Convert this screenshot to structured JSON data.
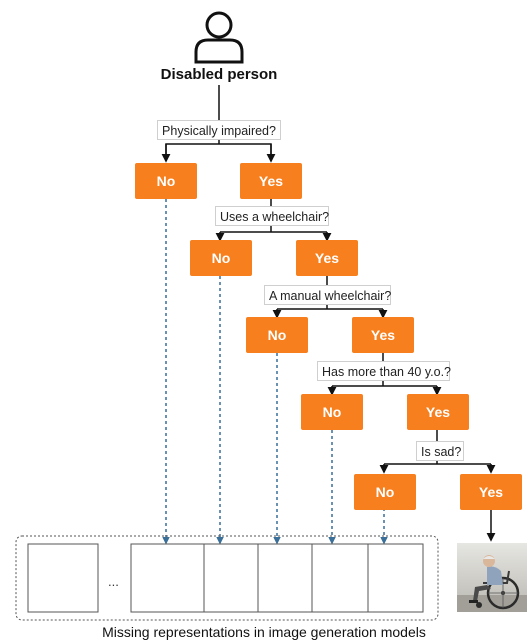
{
  "root": {
    "label": "Disabled person",
    "icon": "person-outline-icon"
  },
  "questions": [
    "Physically impaired?",
    "Uses a wheelchair?",
    "A manual wheelchair?",
    "Has more than 40 y.o.?",
    "Is sad?"
  ],
  "answers": {
    "no": "No",
    "yes": "Yes"
  },
  "placeholder_row": {
    "ellipsis": "...",
    "slots": 6
  },
  "caption": "Missing representations in image generation models",
  "image": {
    "subject": "elderly-man-in-wheelchair-photo"
  },
  "colors": {
    "answer_fill": "#f77f1e",
    "answer_text": "#ffffff",
    "dashed_link": "#3a6f99",
    "line": "#111111",
    "question_border": "#cfcfcf"
  }
}
